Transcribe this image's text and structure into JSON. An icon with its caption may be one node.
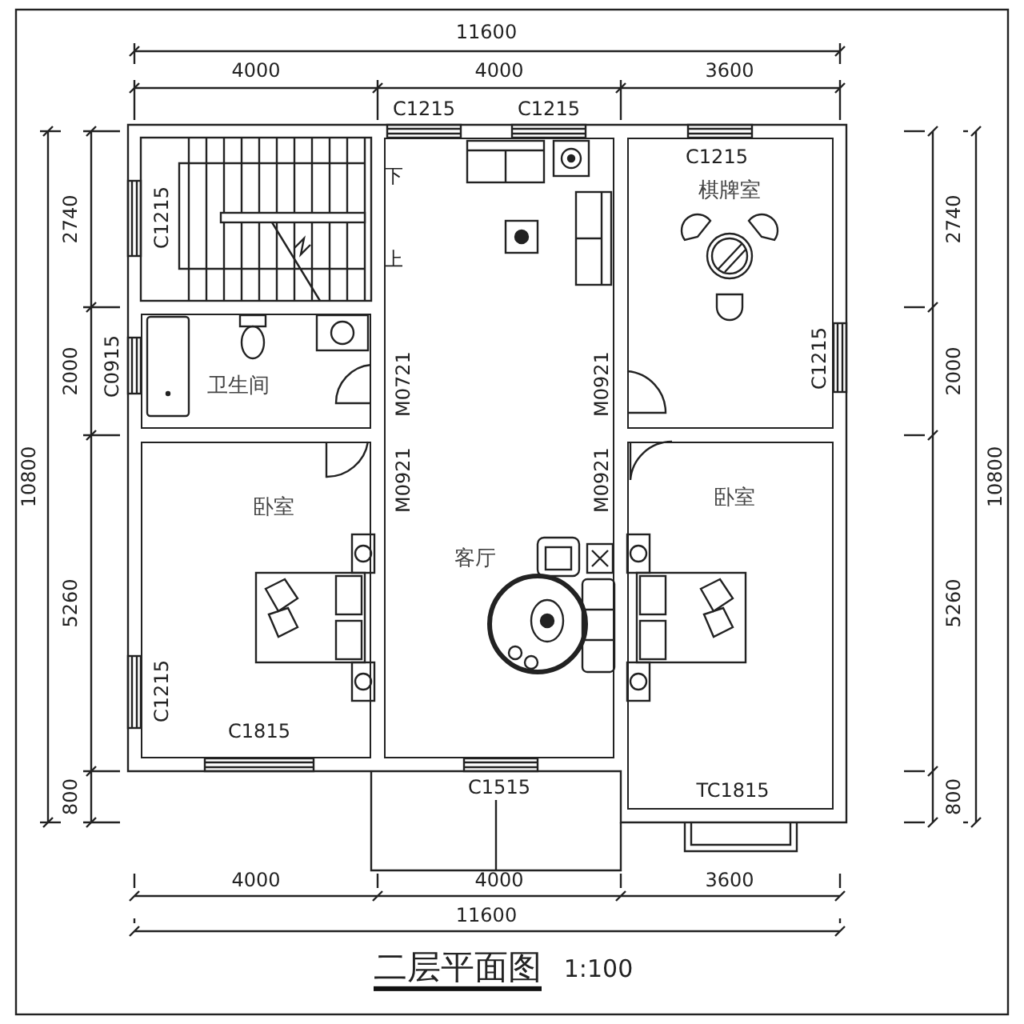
{
  "diagram": {
    "title": "二层平面图",
    "nodes": [
      {
        "text": [
          "卫生间"
        ]
      },
      {
        "text": [
          "棋牌室"
        ]
      },
      {
        "text": [
          "卧室"
        ]
      },
      {
        "text": [
          "客厅"
        ]
      },
      {
        "text": [
          "卧室"
        ]
      }
    ],
    "labels": [
      "11600",
      "4000",
      "4000",
      "3600",
      "C1215",
      "C1215",
      "C1215",
      "下",
      "C1215",
      "上",
      "2740",
      "2740",
      "2000",
      "C0915",
      "M0721",
      "M0921",
      "C1215",
      "2000",
      "10800",
      "M0921",
      "M0921",
      "10800",
      "5260",
      "5260",
      "C1215",
      "C1815",
      "800",
      "800",
      "C1515",
      "TC1815",
      "4000",
      "4000",
      "3600",
      "11600",
      "1:100"
    ]
  }
}
